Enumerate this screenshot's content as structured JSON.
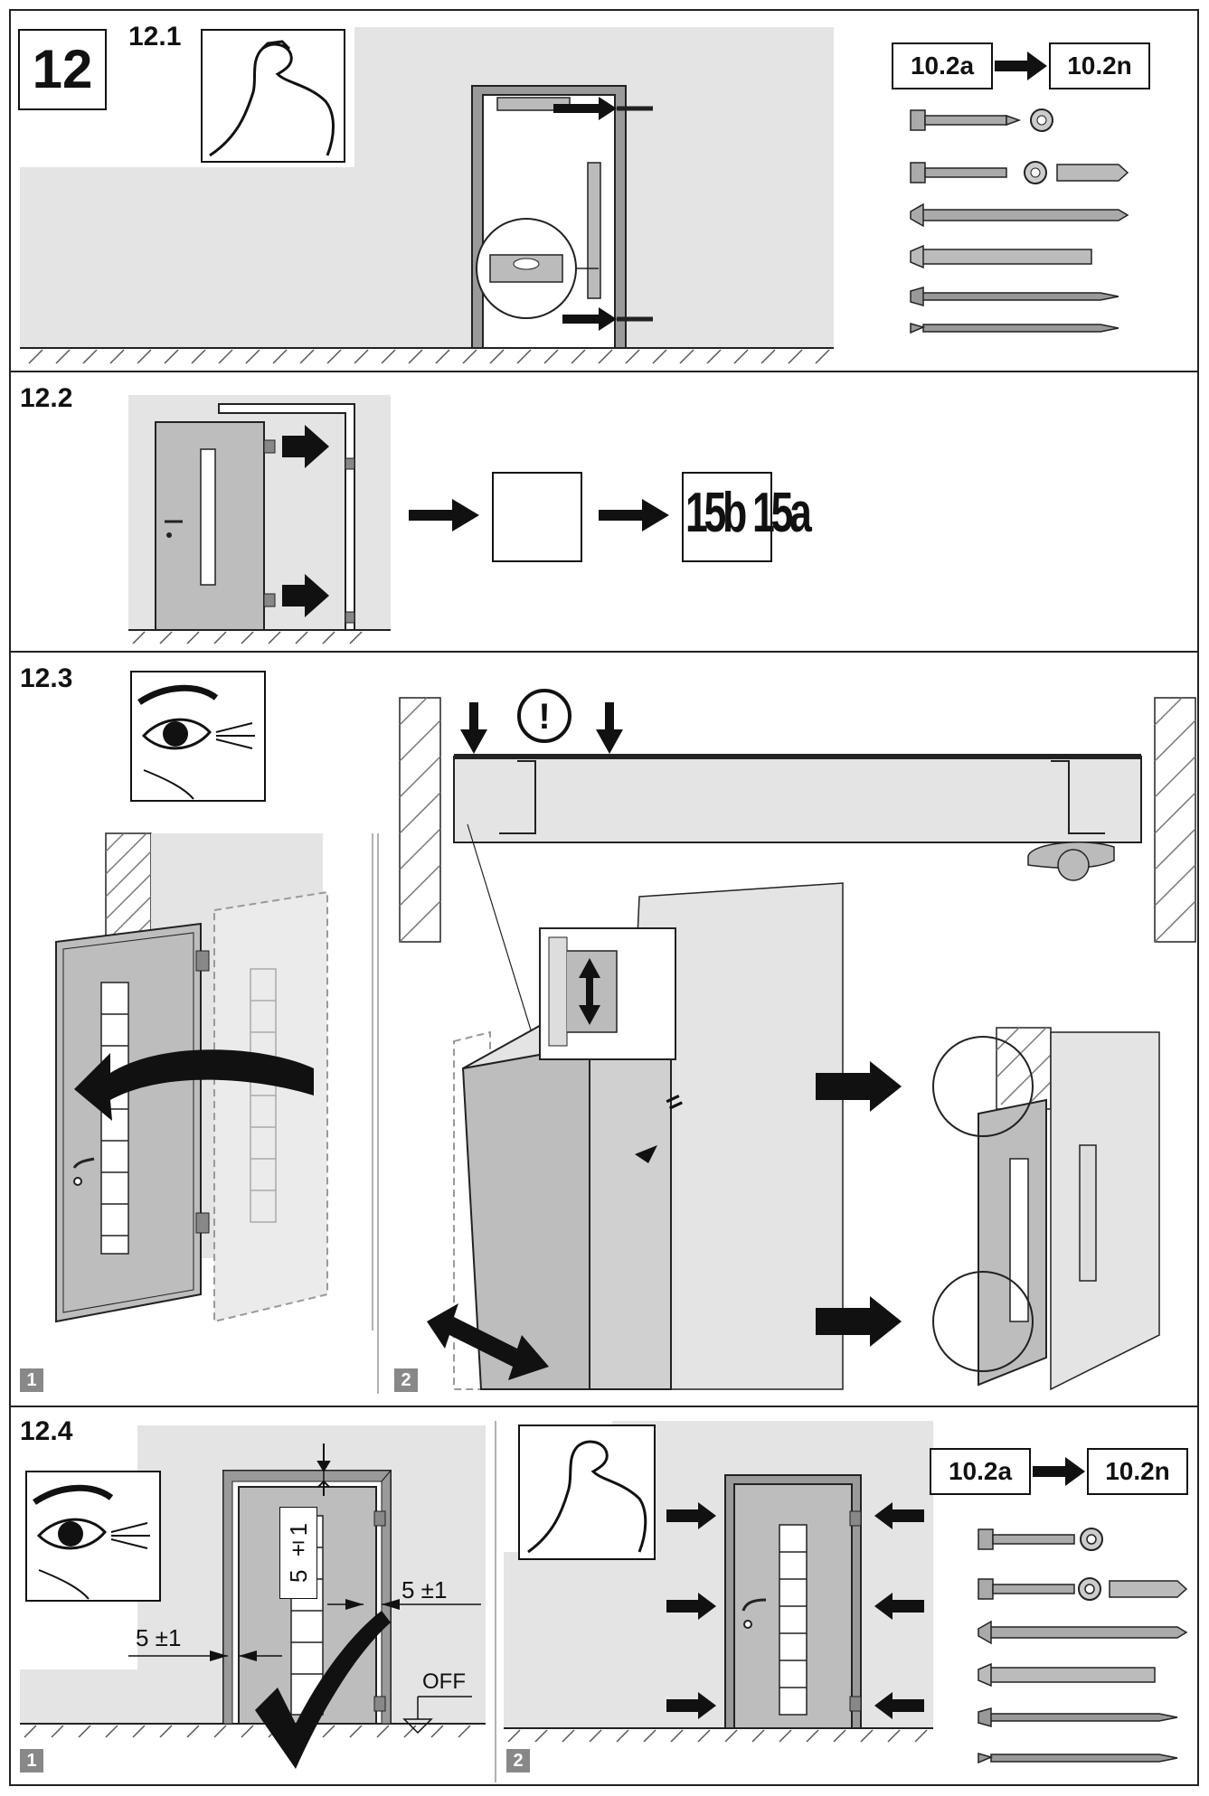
{
  "main_step": "12",
  "step_12_1": {
    "label": "12.1",
    "ref_from": "10.2a",
    "ref_to": "10.2n"
  },
  "step_12_2": {
    "label": "12.2",
    "ref_box_empty": "",
    "ref_15b": "15b",
    "ref_15a": "15a"
  },
  "step_12_3": {
    "label": "12.3",
    "sub1": "1",
    "sub2": "2",
    "warning_symbol": "!",
    "equal_sign": "="
  },
  "step_12_4": {
    "label": "12.4",
    "sub1": "1",
    "sub2": "2",
    "dim_top": "5 ±1",
    "dim_right": "5 ±1",
    "dim_left": "5 ±1",
    "off_label": "OFF",
    "ref_from": "10.2a",
    "ref_to": "10.2n"
  },
  "icons": [
    "muscle-icon",
    "eye-icon",
    "warning-icon",
    "checkmark-icon",
    "arrow-icon",
    "screw-icon",
    "washer-icon",
    "dowel-icon",
    "spirit-level-icon"
  ],
  "colors": {
    "wall": "#e4e4e4",
    "door": "#bdbdbd",
    "line": "#222222",
    "badge": "#888888"
  }
}
